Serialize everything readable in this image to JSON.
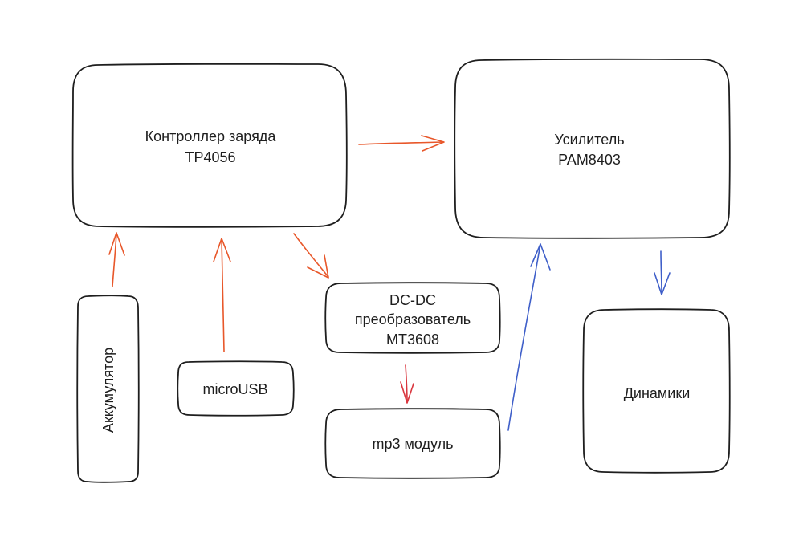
{
  "nodes": {
    "charge_controller": {
      "line1": "Контроллер заряда",
      "line2": "TP4056"
    },
    "amplifier": {
      "line1": "Усилитель",
      "line2": "PAM8403"
    },
    "battery": {
      "label": "Аккумулятор"
    },
    "microusb": {
      "label": "microUSB"
    },
    "dcdc": {
      "line1": "DC-DC",
      "line2": "преобразователь",
      "line3": "MT3608"
    },
    "mp3": {
      "label": "mp3 модуль"
    },
    "speakers": {
      "label": "Динамики"
    }
  },
  "colors": {
    "power_arrow": "#e8572a",
    "dcdc_arrow": "#d9363e",
    "audio_arrow": "#3f5fc9",
    "outline": "#1e1e1e"
  }
}
